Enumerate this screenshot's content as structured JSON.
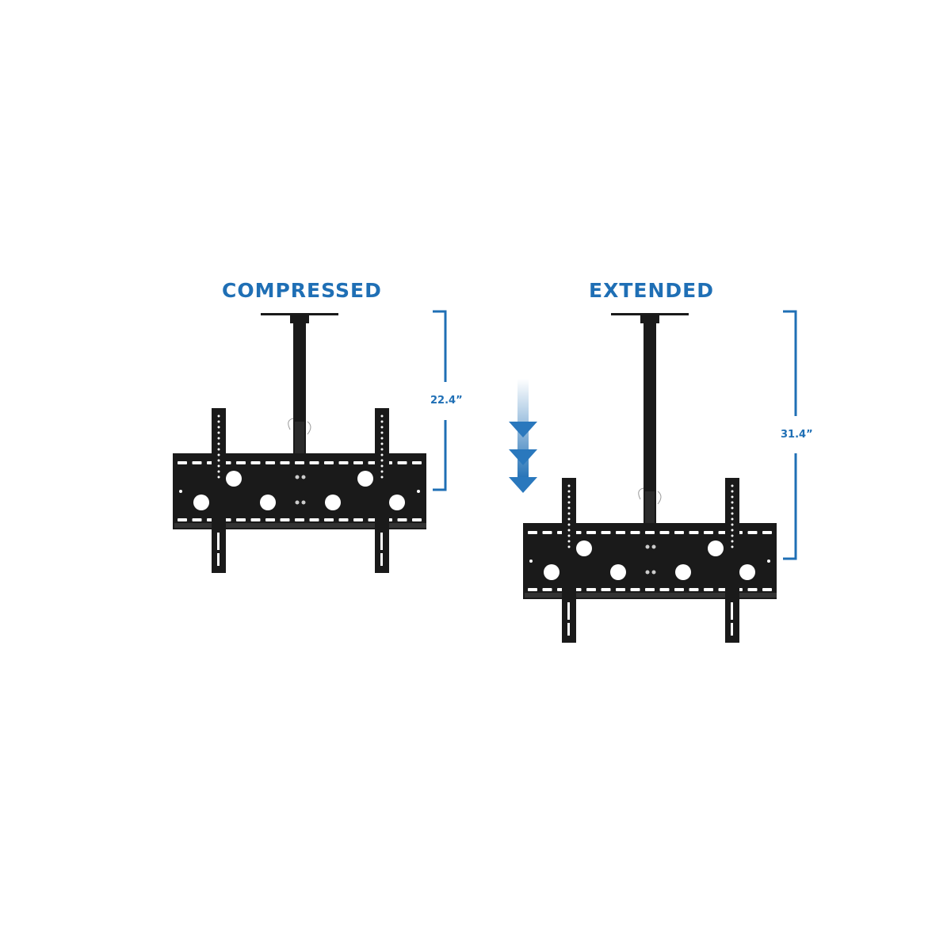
{
  "panels": [
    {
      "title": "COMPRESSED",
      "height_label": "22.4”"
    },
    {
      "title": "EXTENDED",
      "height_label": "31.4”"
    }
  ],
  "colors": {
    "accent": "#1f6fb5",
    "mount": "#1a1a1a"
  },
  "icons": {
    "direction": "down-arrows-icon"
  }
}
